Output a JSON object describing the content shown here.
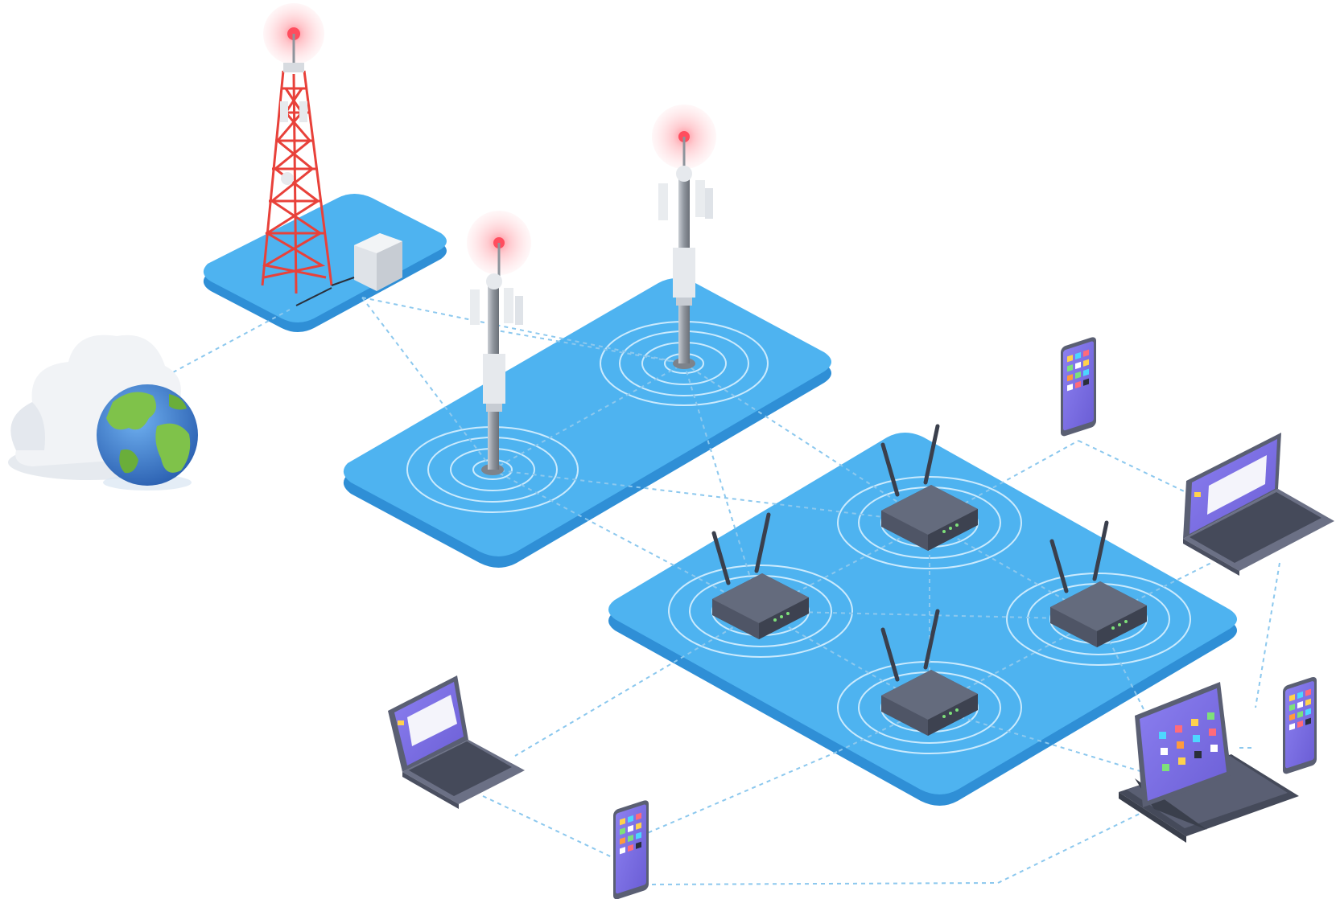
{
  "colors": {
    "platform_top": "#4eb3f0",
    "platform_side": "#2f8fd6",
    "platform_ring": "#d8f0ff",
    "link_line": "#8cc8ee",
    "beacon": "#ff4d5e",
    "tower_red": "#e8413a",
    "router_body": "#4f5566",
    "router_top": "#646b7d",
    "device_screen": "#7b6fe0",
    "device_frame": "#5a5f73",
    "cloud": "#f1f3f6",
    "globe_ocean": "#3f7fd0",
    "globe_land": "#7fc24a"
  },
  "nodes": {
    "cloud": {
      "icon": "cloud-icon"
    },
    "globe": {
      "icon": "globe-icon"
    },
    "lattice_tower": {
      "icon": "lattice-tower-icon"
    },
    "equipment_cabinet": {
      "icon": "equipment-cabinet-icon"
    },
    "cell_towers": [
      {
        "icon": "cell-tower-icon"
      },
      {
        "icon": "cell-tower-icon"
      }
    ],
    "routers": [
      {
        "icon": "router-icon"
      },
      {
        "icon": "router-icon"
      },
      {
        "icon": "router-icon"
      },
      {
        "icon": "router-icon"
      }
    ],
    "devices": [
      {
        "type": "smartphone",
        "icon": "smartphone-icon"
      },
      {
        "type": "laptop",
        "icon": "laptop-icon"
      },
      {
        "type": "laptop",
        "icon": "laptop-icon"
      },
      {
        "type": "smartphone",
        "icon": "smartphone-icon"
      },
      {
        "type": "tablet-with-keyboard",
        "icon": "tablet-icon"
      },
      {
        "type": "smartphone",
        "icon": "smartphone-icon"
      }
    ]
  }
}
